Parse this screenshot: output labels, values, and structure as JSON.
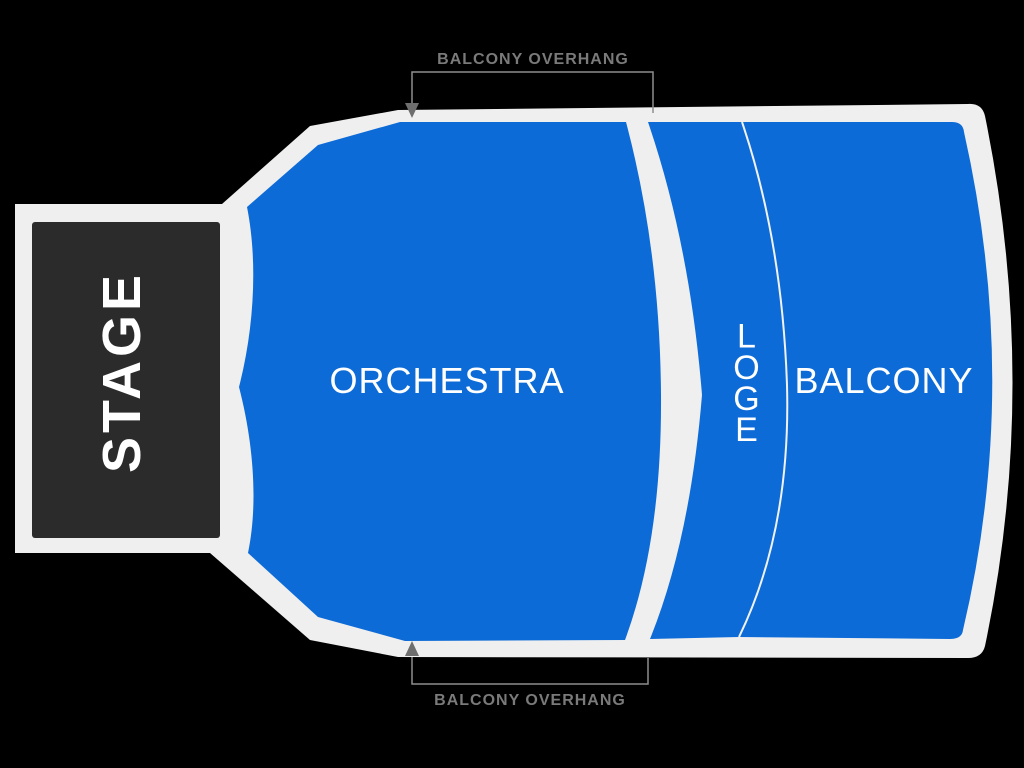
{
  "colors": {
    "background": "#000000",
    "seating_blue": "#0d6bd7",
    "venue_outline": "#efefef",
    "stage_fill": "#2b2b2b",
    "section_label": "#ffffff",
    "annotation_text": "#7a7a7a",
    "annotation_line": "#8e8e8e",
    "arrow": "#6e6e6e",
    "separator_line": "#f2f2f2"
  },
  "stage": {
    "label": "STAGE"
  },
  "sections": {
    "orchestra": {
      "label": "ORCHESTRA"
    },
    "loge": {
      "label": "LOGE"
    },
    "balcony": {
      "label": "BALCONY"
    }
  },
  "annotations": {
    "top_overhang": {
      "label": "BALCONY OVERHANG"
    },
    "bottom_overhang": {
      "label": "BALCONY OVERHANG"
    }
  }
}
